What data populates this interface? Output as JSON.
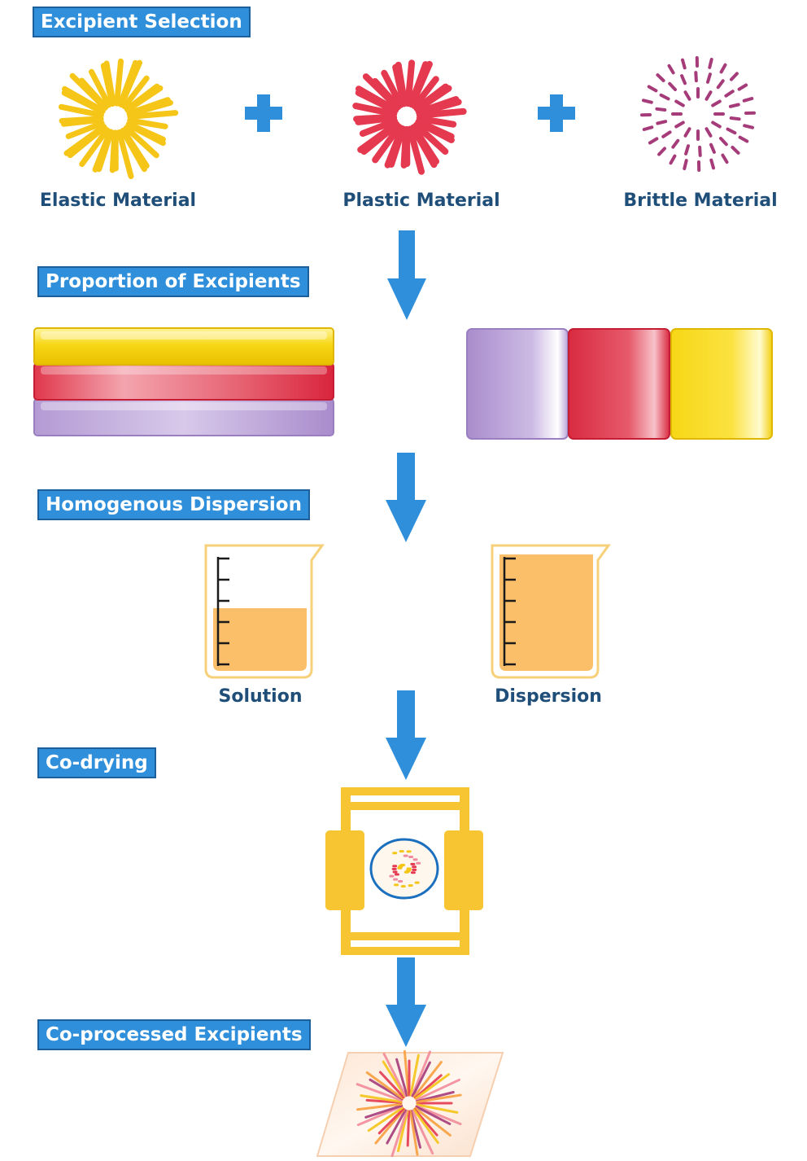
{
  "steps": {
    "excipient_selection": "Excipient Selection",
    "proportion": "Proportion of Excipients",
    "dispersion": "Homogenous Dispersion",
    "co_drying": "Co-drying",
    "co_processed": "Co-processed Excipients"
  },
  "materials": {
    "elastic": "Elastic Material",
    "plastic": "Plastic Material",
    "brittle": "Brittle Material"
  },
  "beakers": {
    "solution": "Solution",
    "dispersion": "Dispersion"
  },
  "colors": {
    "label_fill": "#2f8fdb",
    "label_border": "#1d5f9a",
    "arrow": "#2f8fdb",
    "elastic": "#f5c518",
    "plastic": "#e53950",
    "brittle": "#a63b7a",
    "purple_block": "#b8a2d6",
    "liquid": "#fbbf6a"
  }
}
